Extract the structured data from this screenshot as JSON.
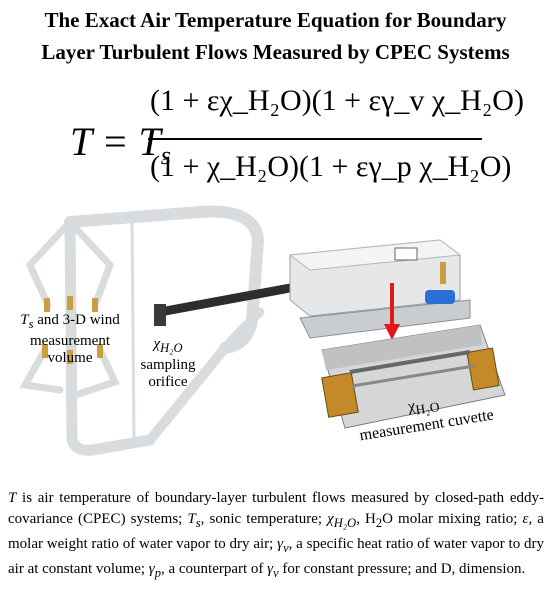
{
  "title_line1": "The Exact Air Temperature Equation for Boundary",
  "title_line2": "Layer Turbulent Flows Measured by CPEC Systems",
  "equation": {
    "lhs": "T = T",
    "lhs_sub": "s",
    "numerator": "(1 + εχ_H₂O)(1 + εγ_v χ_H₂O)",
    "denominator": "(1 + χ_H₂O)(1 + εγ_p χ_H₂O)"
  },
  "labels": {
    "wind_volume": [
      "T",
      "s",
      " and 3-D wind",
      "measurement",
      "volume"
    ],
    "sampling": [
      "χ",
      "H₂O",
      "sampling",
      "orifice"
    ],
    "cuvette": [
      "χ",
      "H₂O",
      "measurement cuvette"
    ]
  },
  "caption": {
    "p1": "T",
    "p2": " is air temperature of boundary-layer turbulent flows measured by closed-path eddy-covariance (CPEC) systems; ",
    "p3": "T",
    "p4": "s",
    "p5": ", sonic temperature; ",
    "p6": "χ",
    "p7": "H₂O",
    "p8": ", H",
    "p9": "2",
    "p10": "O molar mixing ratio; ",
    "p11": "ε",
    "p12": ", a molar weight ratio of water vapor to dry air; ",
    "p13": "γ",
    "p14": "v",
    "p15": ", a specific heat ratio of water vapor to dry air at constant volume; ",
    "p16": "γ",
    "p17": "p",
    "p18": ", a counterpart of ",
    "p19": "γ",
    "p20": "v",
    "p21": " for constant pressure; and D, dimension."
  },
  "colors": {
    "arrow": "#e01818",
    "connector": "#2a6fd6",
    "brass": "#c8a040"
  }
}
